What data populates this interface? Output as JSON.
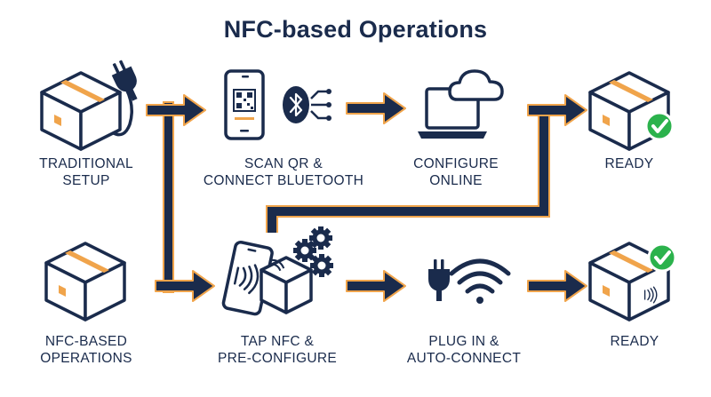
{
  "title": "NFC-based Operations",
  "colors": {
    "navy": "#1a2b4c",
    "orange": "#f0a44b",
    "green": "#2bb24c",
    "white": "#ffffff"
  },
  "rows": [
    {
      "name": "traditional",
      "steps": [
        {
          "id": "traditional-setup",
          "line1": "TRADITIONAL",
          "line2": "SETUP",
          "icons": [
            "box-icon",
            "power-plug-icon"
          ]
        },
        {
          "id": "scan-qr-connect-bluetooth",
          "line1": "SCAN QR &",
          "line2": "CONNECT BLUETOOTH",
          "icons": [
            "smartphone-qr-icon",
            "bluetooth-icon"
          ]
        },
        {
          "id": "configure-online",
          "line1": "CONFIGURE",
          "line2": "ONLINE",
          "icons": [
            "laptop-icon",
            "cloud-icon"
          ]
        },
        {
          "id": "ready-traditional",
          "line1": "READY",
          "line2": "",
          "icons": [
            "box-icon",
            "check-badge-icon"
          ]
        }
      ]
    },
    {
      "name": "nfc",
      "steps": [
        {
          "id": "nfc-based-operations",
          "line1": "NFC-BASED",
          "line2": "OPERATIONS",
          "icons": [
            "box-icon"
          ]
        },
        {
          "id": "tap-nfc-pre-configure",
          "line1": "TAP NFC &",
          "line2": "PRE-CONFIGURE",
          "icons": [
            "smartphone-nfc-icon",
            "nfc-box-icon",
            "gears-icon"
          ]
        },
        {
          "id": "plug-in-auto-connect",
          "line1": "PLUG IN &",
          "line2": "AUTO-CONNECT",
          "icons": [
            "power-plug-icon",
            "wifi-icon"
          ]
        },
        {
          "id": "ready-nfc",
          "line1": "READY",
          "line2": "",
          "icons": [
            "nfc-box-icon",
            "check-badge-icon"
          ]
        }
      ]
    }
  ]
}
